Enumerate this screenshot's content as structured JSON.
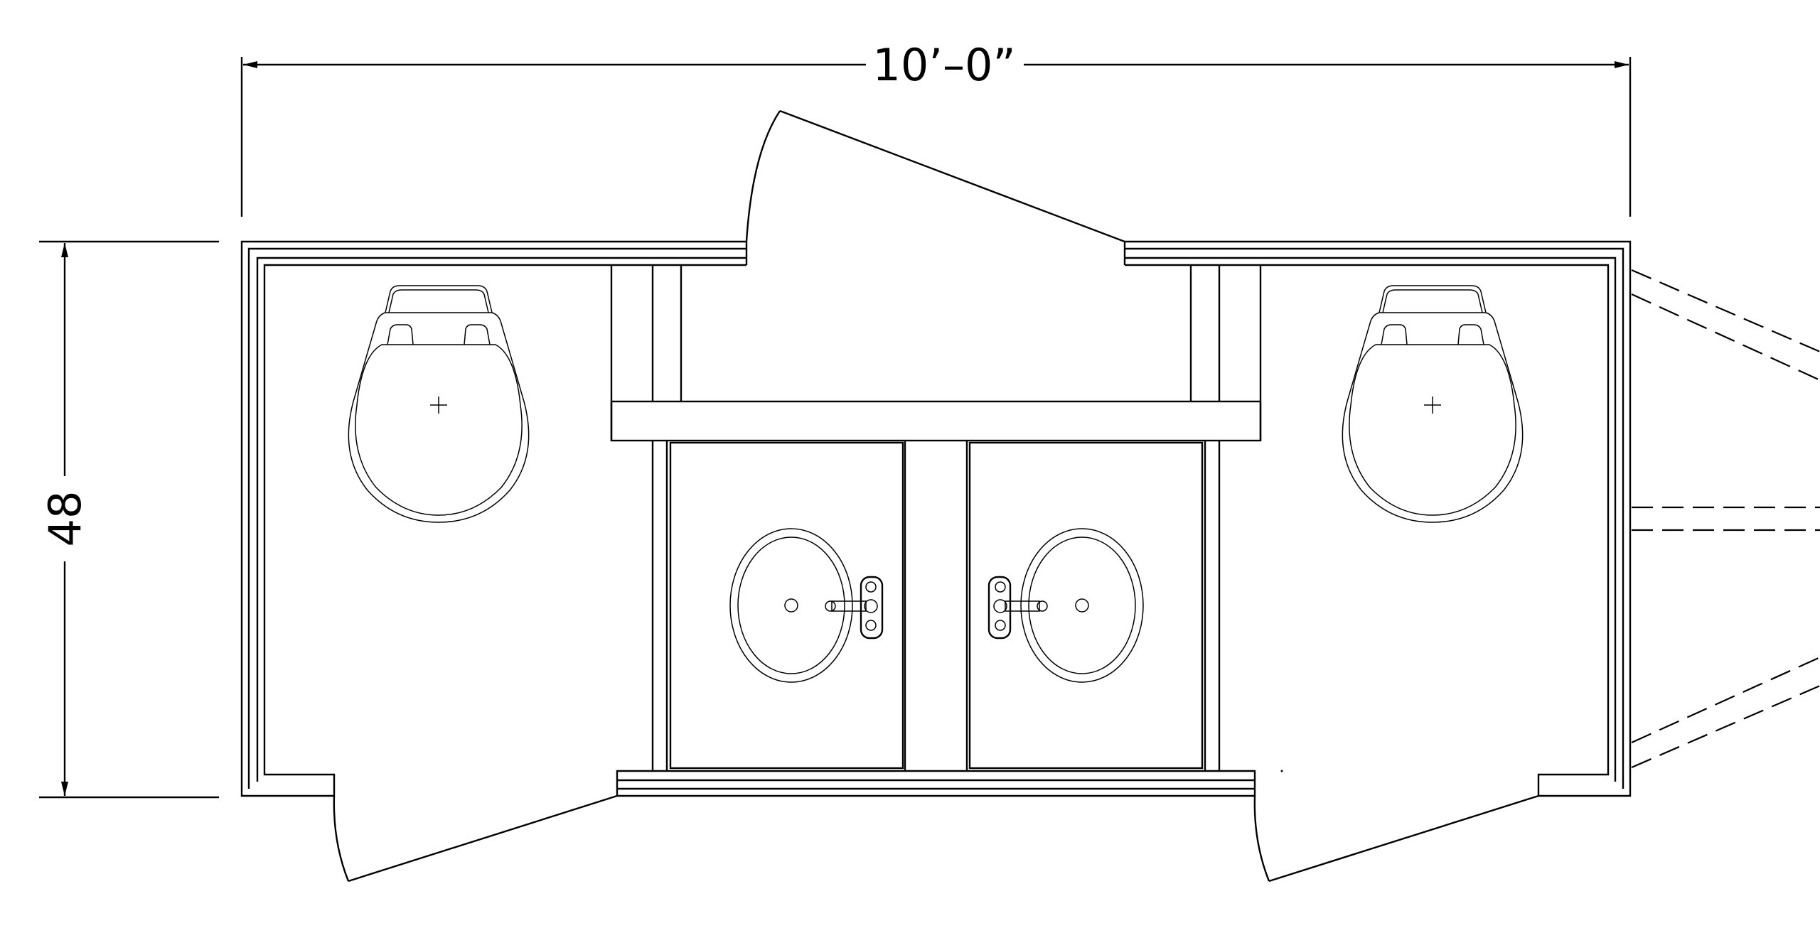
{
  "dimensions": {
    "width_label": "10’–0”",
    "depth_label": "48"
  },
  "fixtures": {
    "toilets": 2,
    "sinks": 2,
    "doors": 3
  },
  "colors": {
    "line": "#000000",
    "background": "#ffffff"
  }
}
